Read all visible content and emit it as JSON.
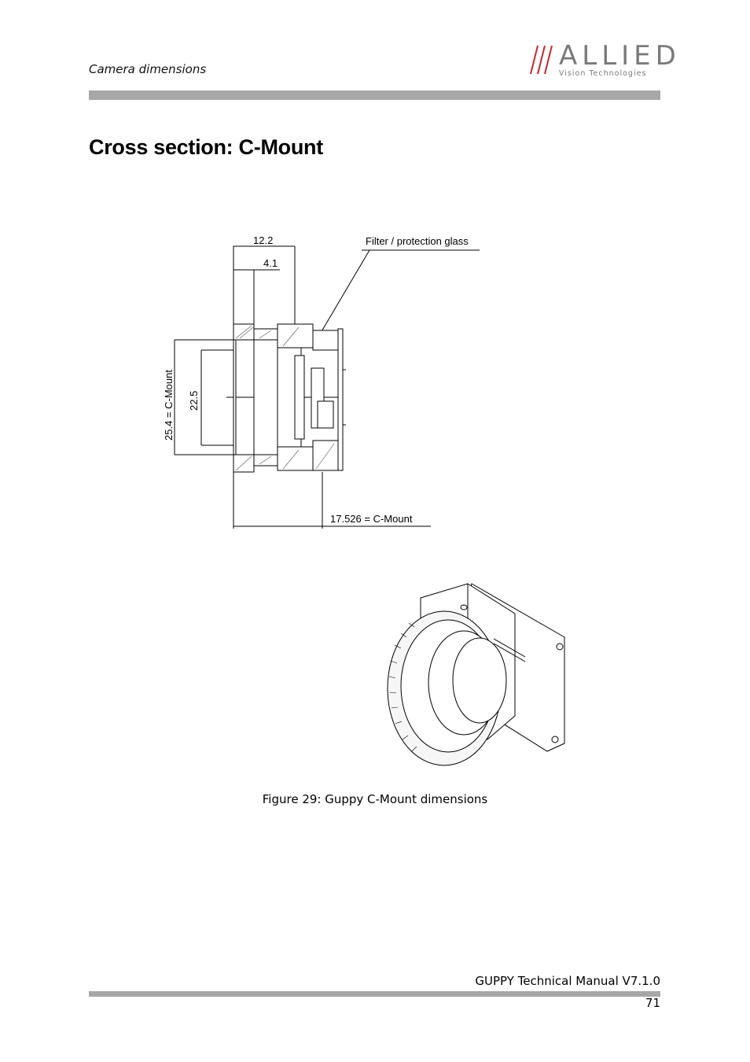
{
  "header": {
    "section_label": "Camera dimensions",
    "logo_word": "ALLIED",
    "logo_tagline": "Vision Technologies"
  },
  "title": "Cross section: C-Mount",
  "drawing": {
    "dim_total_depth": "12.2",
    "dim_flange": "4.1",
    "label_filter": "Filter / protection glass",
    "dim_thread_diameter": "25.4 = C-Mount",
    "dim_inner_diameter": "22.5",
    "dim_flange_focal": "17.526 = C-Mount"
  },
  "caption": "Figure 29: Guppy C-Mount dimensions",
  "footer": {
    "manual_title": "GUPPY Technical Manual V7.1.0",
    "page_number": "71"
  },
  "colors": {
    "rule": "#a7a7a7",
    "logo_grey": "#7a7a7a",
    "logo_red": "#c8282d"
  }
}
